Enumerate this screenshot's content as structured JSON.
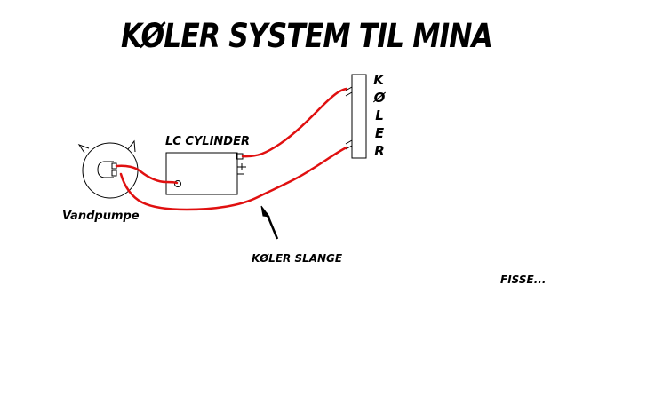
{
  "title": "KØLER SYSTEM TIL MINA",
  "labels": {
    "lc_cylinder": "LC CYLINDER",
    "vandpumpe": "Vandpumpe",
    "koler_slange": "KØLER SLANGE",
    "fisse": "FISSE...",
    "koler_vertical": [
      "K",
      "Ø",
      "L",
      "E",
      "R"
    ]
  },
  "colors": {
    "hose": "#e01010",
    "outline": "#000000",
    "background": "#ffffff"
  }
}
